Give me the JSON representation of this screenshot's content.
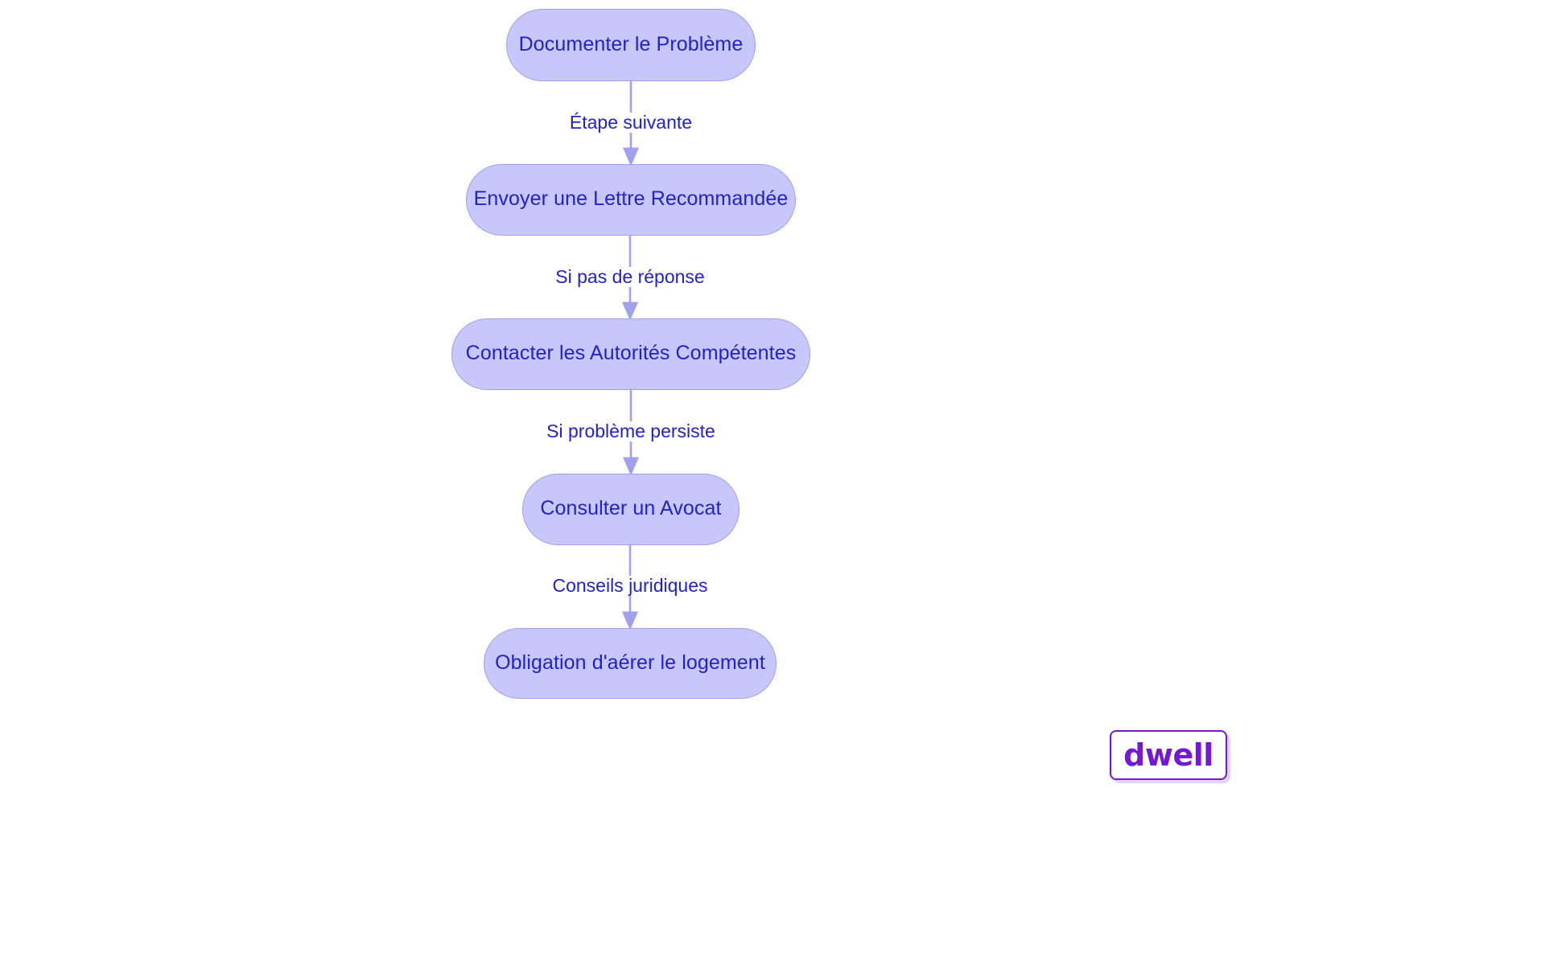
{
  "diagram": {
    "type": "flowchart",
    "orientation": "top-to-bottom",
    "colors": {
      "node_fill": "#c7c7fb",
      "node_border": "#a0a0ef",
      "node_text": "#2222cc",
      "edge_line": "#a0a0ef",
      "edge_label_text": "#2222cc",
      "background": "#ffffff",
      "logo": "#7318d4"
    },
    "nodes": [
      {
        "id": "n1",
        "label": "Documenter le Problème"
      },
      {
        "id": "n2",
        "label": "Envoyer une Lettre Recommandée"
      },
      {
        "id": "n3",
        "label": "Contacter les Autorités Compétentes"
      },
      {
        "id": "n4",
        "label": "Consulter un Avocat"
      },
      {
        "id": "n5",
        "label": "Obligation d'aérer le logement"
      }
    ],
    "edges": [
      {
        "from": "n1",
        "to": "n2",
        "label": "Étape suivante"
      },
      {
        "from": "n2",
        "to": "n3",
        "label": "Si pas de réponse"
      },
      {
        "from": "n3",
        "to": "n4",
        "label": "Si problème persiste"
      },
      {
        "from": "n4",
        "to": "n5",
        "label": "Conseils juridiques"
      }
    ]
  },
  "logo": {
    "text": "dwell"
  }
}
